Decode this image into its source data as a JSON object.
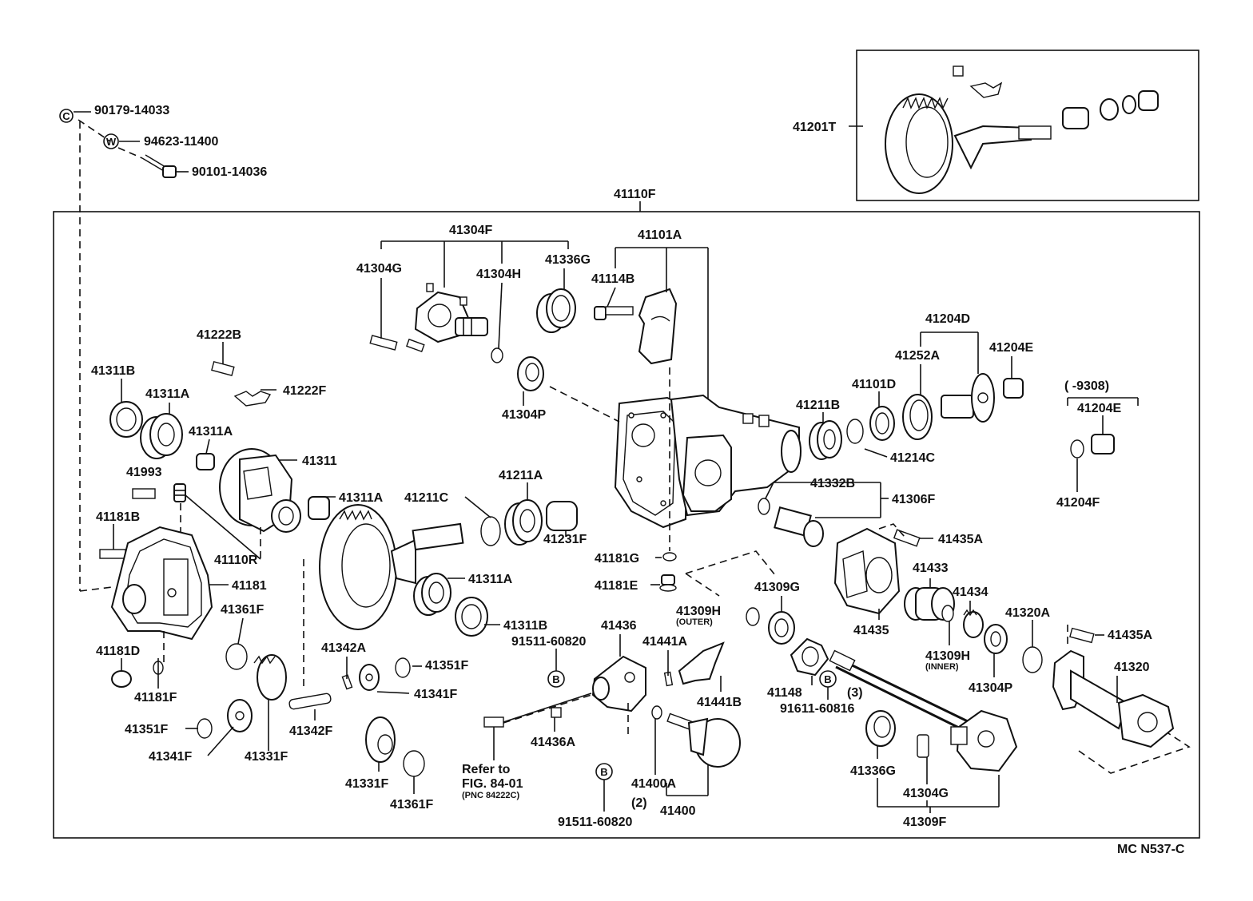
{
  "code": "MC  N537-C",
  "labels": {
    "p90179_14033": "90179-14033",
    "p94623_11400": "94623-11400",
    "p90101_14036": "90101-14036",
    "p41201T": "41201T",
    "p41110F": "41110F",
    "p41304F": "41304F",
    "p41101A": "41101A",
    "p41304G_top": "41304G",
    "p41304H": "41304H",
    "p41336G_top": "41336G",
    "p41114B": "41114B",
    "p41204D": "41204D",
    "p41252A": "41252A",
    "p41204E": "41204E",
    "p41222B": "41222B",
    "p41222F": "41222F",
    "p41311B_top": "41311B",
    "p41311A_1": "41311A",
    "p41311A_2": "41311A",
    "p41311": "41311",
    "p41101D": "41101D",
    "p41211B": "41211B",
    "p41214C": "41214C",
    "p41304P_top": "41304P",
    "p9308": "(      -9308)",
    "p41204E_right": "41204E",
    "p41204F": "41204F",
    "p41993": "41993",
    "p41181B": "41181B",
    "p41110R": "41110R",
    "p41311A_3": "41311A",
    "p41211C": "41211C",
    "p41211A": "41211A",
    "p41231F": "41231F",
    "p41332B": "41332B",
    "p41306F": "41306F",
    "p41435A_top": "41435A",
    "p41181": "41181",
    "p41181G": "41181G",
    "p41433": "41433",
    "p41181E": "41181E",
    "p41311A_4": "41311A",
    "p41309G": "41309G",
    "p41311B_bottom": "41311B",
    "p41309H_outer": "41309H",
    "outer_note": "(OUTER)",
    "p41434": "41434",
    "p41361F_top": "41361F",
    "p41436": "41436",
    "p41435": "41435",
    "p41320A": "41320A",
    "p41435A_right": "41435A",
    "p41181D": "41181D",
    "p41342A": "41342A",
    "p41351F_top": "41351F",
    "p41441A": "41441A",
    "p91511_60820_top": "91511-60820",
    "p41309H_inner": "41309H",
    "inner_note": "(INNER)",
    "p41320": "41320",
    "p41181F": "41181F",
    "p41341F_top": "41341F",
    "p41148": "41148",
    "p41441B": "41441B",
    "p41304P_bottom": "41304P",
    "p91611_60816": "91611-60816",
    "qty3": "(3)",
    "p41351F_bottom": "41351F",
    "p41342F": "41342F",
    "p41436A": "41436A",
    "p41341F_bottom": "41341F",
    "p41331F_top": "41331F",
    "refer_line1": "Refer to",
    "refer_line2": "FIG. 84-01",
    "refer_line3": "(PNC 84222C)",
    "p41336G_bottom": "41336G",
    "p41400A": "41400A",
    "p41304G_bottom": "41304G",
    "p41331F_bottom": "41331F",
    "p41361F_bottom": "41361F",
    "qty2": "(2)",
    "p41400": "41400",
    "p91511_60820_bottom": "91511-60820",
    "p41309F": "41309F"
  },
  "badges": {
    "c": "C",
    "w": "W",
    "b1": "B",
    "b2": "B",
    "b3": "B"
  }
}
